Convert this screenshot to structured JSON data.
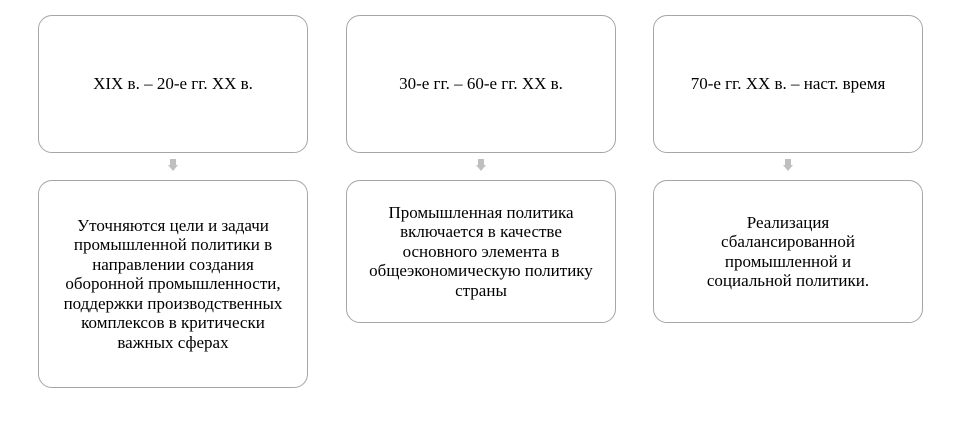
{
  "columns": [
    {
      "period": "XIX в. – 20-е гг. XX в.",
      "description": "Уточняются цели и задачи промышленной политики в направлении создания оборонной промышленности, поддержки производственных комплексов в критически важных сферах"
    },
    {
      "period": "30-е гг. – 60-е гг. XX в.",
      "description": "Промышленная политика включается в качестве основного элемента в общеэкономическую политику страны"
    },
    {
      "period": "70-е гг. XX в. – наст. время",
      "description": "Реализация сбалансированной промышленной и социальной политики."
    }
  ],
  "colors": {
    "border": "#a6a6a6",
    "arrow": "#bfbfbf"
  }
}
